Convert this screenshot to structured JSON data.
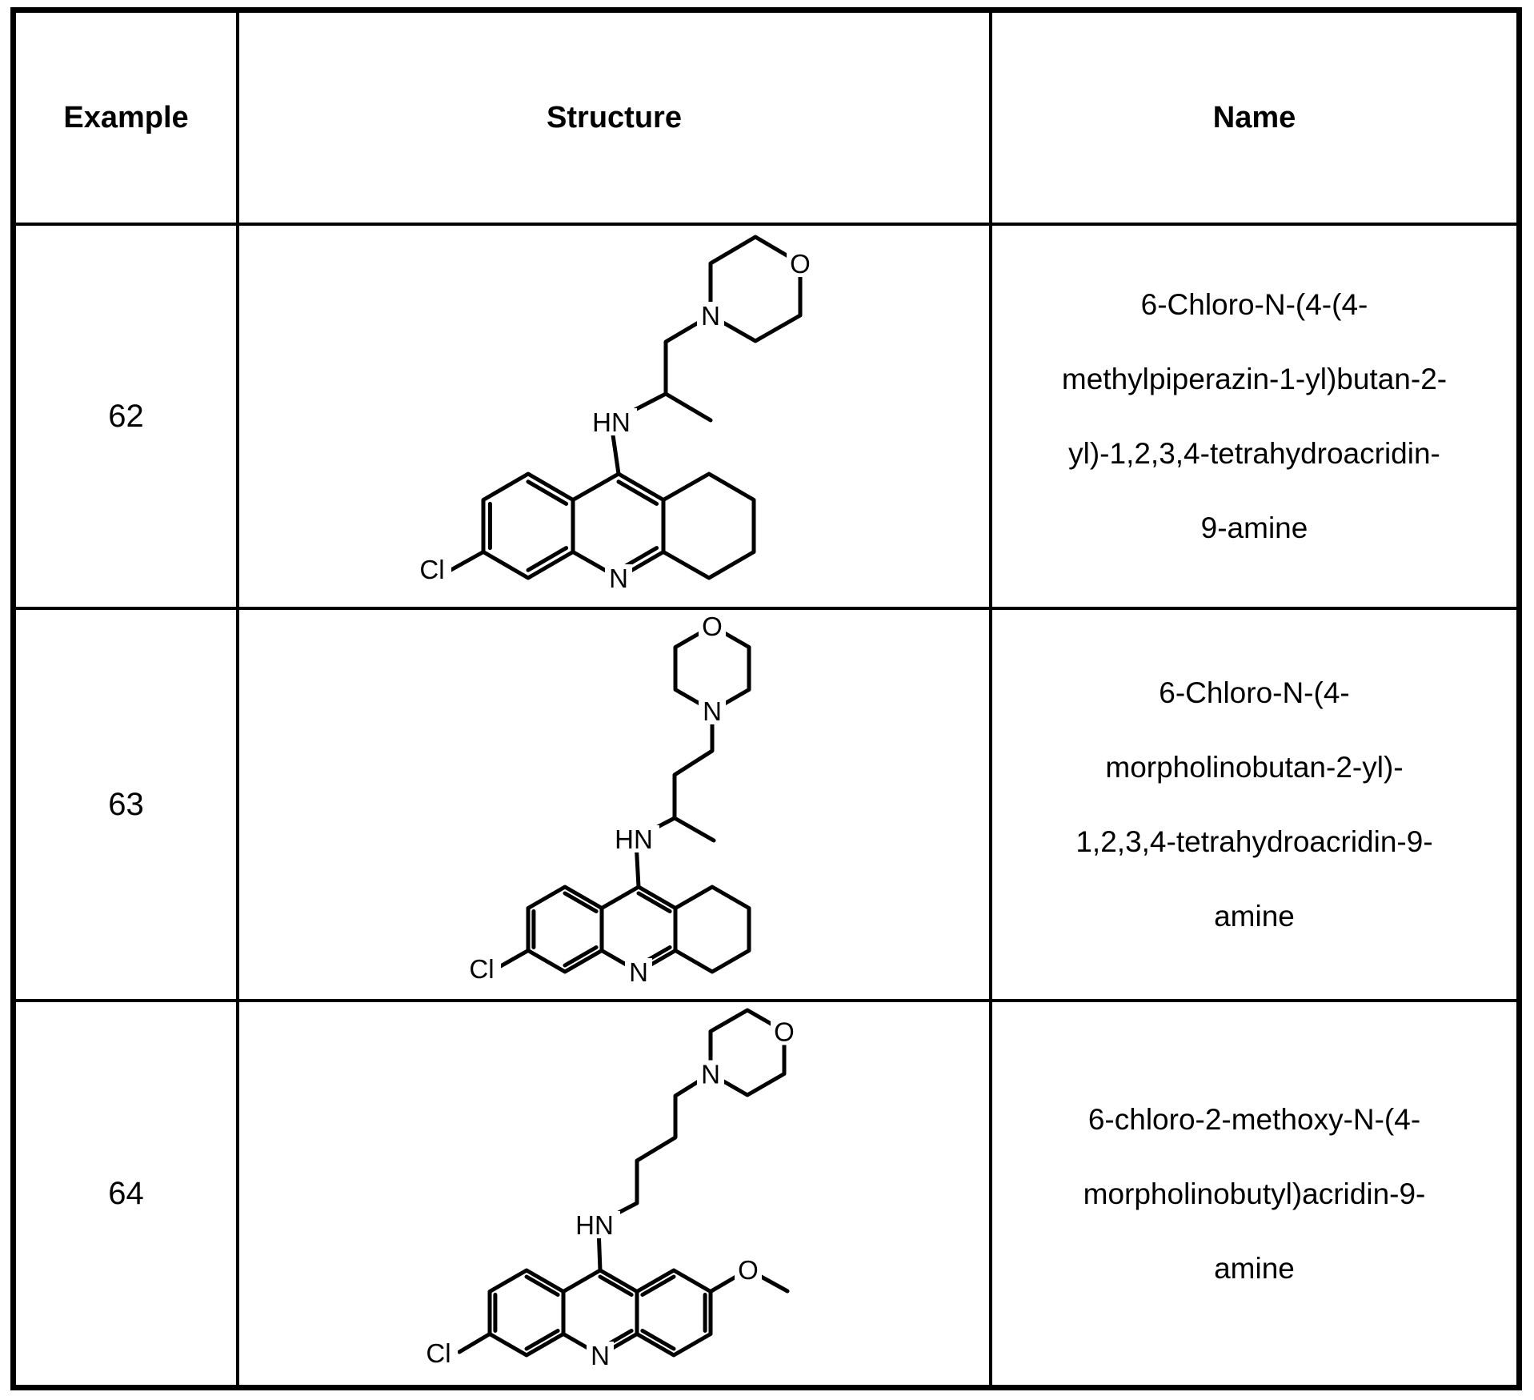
{
  "header": {
    "example": "Example",
    "structure": "Structure",
    "name": "Name"
  },
  "rows": [
    {
      "example": "62",
      "name_lines": [
        "6-Chloro-N-(4-(4-",
        "methylpiperazin-1-yl)butan-2-",
        "yl)-1,2,3,4-tetrahydroacridin-",
        "9-amine"
      ]
    },
    {
      "example": "63",
      "name_lines": [
        "6-Chloro-N-(4-",
        "morpholinobutan-2-yl)-",
        "1,2,3,4-tetrahydroacridin-9-",
        "amine"
      ]
    },
    {
      "example": "64",
      "name_lines": [
        "6-chloro-2-methoxy-N-(4-",
        "morpholinobutyl)acridin-9-",
        "amine"
      ]
    }
  ],
  "atom_labels": {
    "s62": {
      "morpholine_o": "O",
      "morpholine_n": "N",
      "amine": "HN",
      "acridine_n": "N",
      "chloro": "Cl"
    },
    "s63": {
      "morpholine_o": "O",
      "morpholine_n": "N",
      "amine": "HN",
      "acridine_n": "N",
      "chloro": "Cl"
    },
    "s64": {
      "morpholine_o": "O",
      "morpholine_n": "N",
      "amine": "HN",
      "acridine_n": "N",
      "methoxy_o": "O",
      "chloro": "Cl"
    }
  },
  "colors": {
    "ink": "#000000",
    "paper": "#ffffff"
  }
}
